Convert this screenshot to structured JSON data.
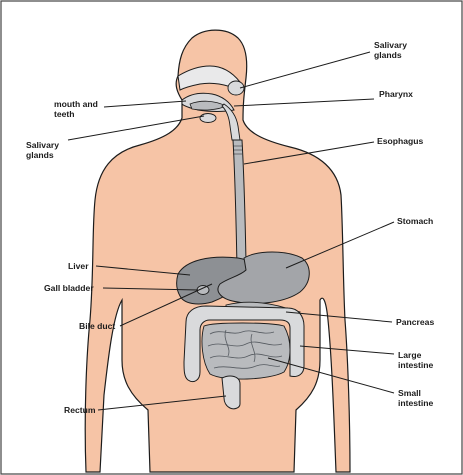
{
  "colors": {
    "skin": "#f6c4a6",
    "organ_gray": "#b9bbbe",
    "organ_dark": "#8d9094",
    "outline": "#1c1c1c",
    "border": "#444444"
  },
  "labels": {
    "salivary_top": [
      "Salivary",
      "glands"
    ],
    "pharynx": [
      "Pharynx"
    ],
    "esophagus": [
      "Esophagus"
    ],
    "mouth_teeth": [
      "mouth  and",
      "teeth"
    ],
    "salivary_left": [
      "Salivary",
      "glands"
    ],
    "stomach": [
      "Stomach"
    ],
    "liver": [
      "Liver"
    ],
    "gall_bladder": [
      "Gall bladder"
    ],
    "bile_duct": [
      "Bile duct"
    ],
    "pancreas": [
      "Pancreas"
    ],
    "large_intestine": [
      "Large",
      "intestine"
    ],
    "small_intestine": [
      "Small",
      "intestine"
    ],
    "rectum": [
      "Rectum"
    ]
  }
}
